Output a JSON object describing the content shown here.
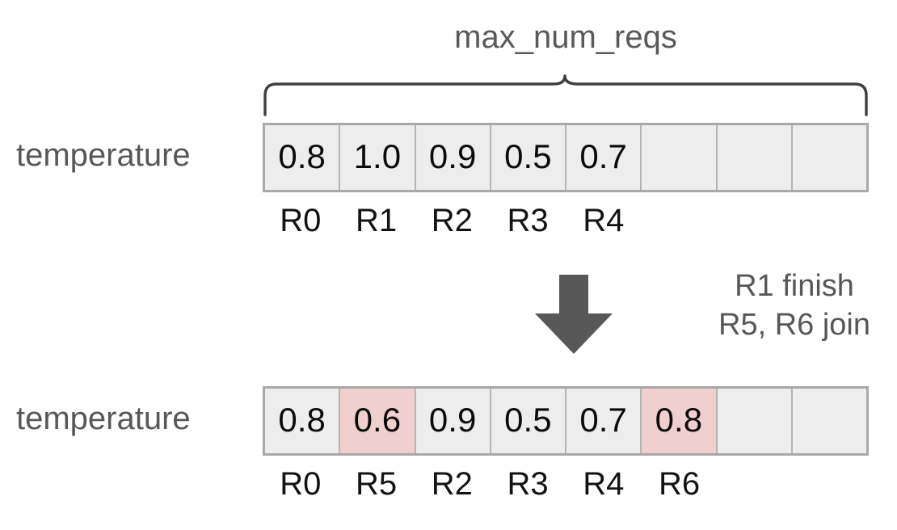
{
  "diagram": {
    "title": "max_num_reqs",
    "brace_icon": "curly-brace-icon",
    "arrow_icon": "down-arrow-icon",
    "colors": {
      "cell_background": "#ededed",
      "cell_border": "#b4b4b4",
      "table_border": "#a8a8a8",
      "highlight": "#f1cfcf",
      "label_text": "#575757",
      "value_text": "#0b0b0b",
      "arrow": "#585858",
      "background": "#ffffff"
    },
    "rows": [
      {
        "label": "temperature",
        "cells": [
          {
            "value": "0.8",
            "highlight": false
          },
          {
            "value": "1.0",
            "highlight": false
          },
          {
            "value": "0.9",
            "highlight": false
          },
          {
            "value": "0.5",
            "highlight": false
          },
          {
            "value": "0.7",
            "highlight": false
          },
          {
            "value": "",
            "highlight": false
          },
          {
            "value": "",
            "highlight": false
          },
          {
            "value": "",
            "highlight": false
          }
        ],
        "ids": [
          "R0",
          "R1",
          "R2",
          "R3",
          "R4",
          "",
          "",
          ""
        ]
      },
      {
        "label": "temperature",
        "cells": [
          {
            "value": "0.8",
            "highlight": false
          },
          {
            "value": "0.6",
            "highlight": true
          },
          {
            "value": "0.9",
            "highlight": false
          },
          {
            "value": "0.5",
            "highlight": false
          },
          {
            "value": "0.7",
            "highlight": false
          },
          {
            "value": "0.8",
            "highlight": true
          },
          {
            "value": "",
            "highlight": false
          },
          {
            "value": "",
            "highlight": false
          }
        ],
        "ids": [
          "R0",
          "R5",
          "R2",
          "R3",
          "R4",
          "R6",
          "",
          ""
        ]
      }
    ],
    "annotation": {
      "line1": "R1 finish",
      "line2": "R5, R6 join"
    }
  }
}
